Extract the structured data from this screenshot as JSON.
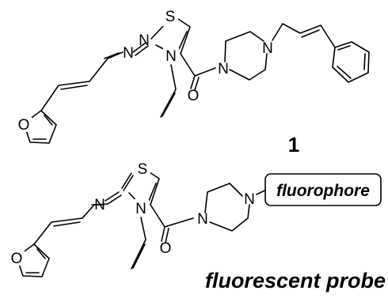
{
  "atoms": {
    "sulfur": "S",
    "nitrogen": "N",
    "oxygen": "O"
  },
  "compound": {
    "label": "1"
  },
  "probe": {
    "tag": "fluorophore",
    "caption": "fluorescent probe"
  }
}
